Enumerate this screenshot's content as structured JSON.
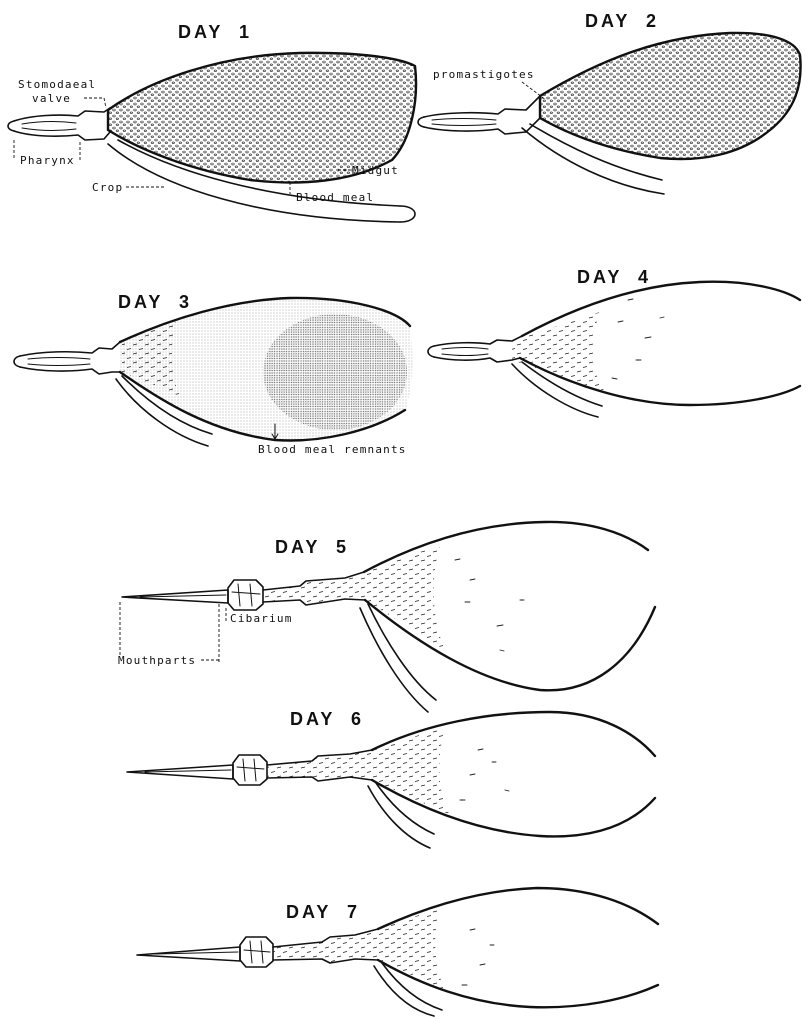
{
  "panels": [
    {
      "title": "DAY 1"
    },
    {
      "title": "DAY 2"
    },
    {
      "title": "DAY 3"
    },
    {
      "title": "DAY 4"
    },
    {
      "title": "DAY 5"
    },
    {
      "title": "DAY 6"
    },
    {
      "title": "DAY 7"
    }
  ],
  "labels": {
    "stomodaeal_valve": [
      "Stomodaeal",
      "valve"
    ],
    "pharynx": "Pharynx",
    "crop": "Crop",
    "midgut": "Midgut",
    "blood_meal": "Blood meal",
    "promastigotes": "promastigotes",
    "blood_meal_remnants": "Blood meal remnants",
    "cibarium": "Cibarium",
    "mouthparts": "Mouthparts"
  }
}
